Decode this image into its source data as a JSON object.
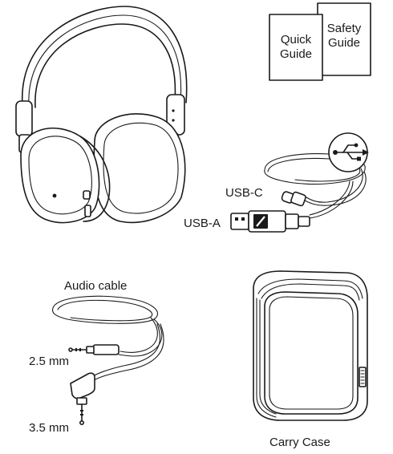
{
  "items": {
    "quick_guide": {
      "line1": "Quick",
      "line2": "Guide"
    },
    "safety_guide": {
      "line1": "Safety",
      "line2": "Guide"
    },
    "usb_c_label": "USB-C",
    "usb_a_label": "USB-A",
    "audio_cable_label": "Audio cable",
    "plug_25_label": "2.5 mm",
    "plug_35_label": "3.5 mm",
    "carry_case_label": "Carry Case"
  },
  "icons": [
    "headphones-icon",
    "usb-symbol-icon",
    "brand-logo-icon"
  ]
}
